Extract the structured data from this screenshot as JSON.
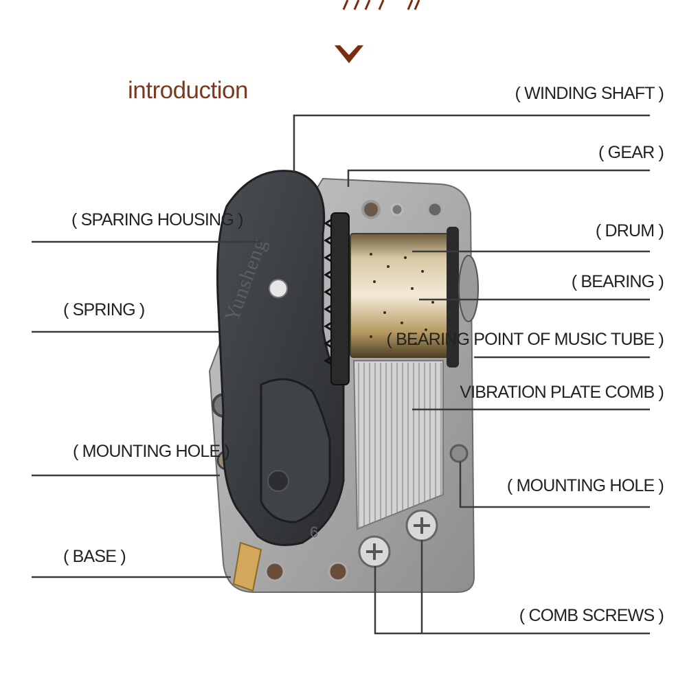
{
  "title": "introduction",
  "labels": {
    "winding_shaft": "( WINDING SHAFT )",
    "gear": "( GEAR )",
    "drum": "( DRUM )",
    "bearing": "( BEARING )",
    "bearing_point": "( BEARING POINT OF MUSIC TUBE )",
    "vibration_plate_comb": "VIBRATION PLATE COMB )",
    "mounting_hole_right": "( MOUNTING HOLE )",
    "comb_screws": "( COMB SCREWS )",
    "sparing_housing": "( SPARING HOUSING )",
    "spring": "( SPRING )",
    "mounting_hole_left": "( MOUNTING HOLE )",
    "base": "( BASE )"
  },
  "housing_brand": "Yunsheng",
  "housing_number": "6",
  "colors": {
    "title": "#7a3a22",
    "arrow": "#7a2e10",
    "leader": "#3a3a3a",
    "housing": "#3b3e42",
    "plate": "#a9a9a9",
    "drum": "#b89a6a",
    "comb": "#c9c9c9"
  }
}
